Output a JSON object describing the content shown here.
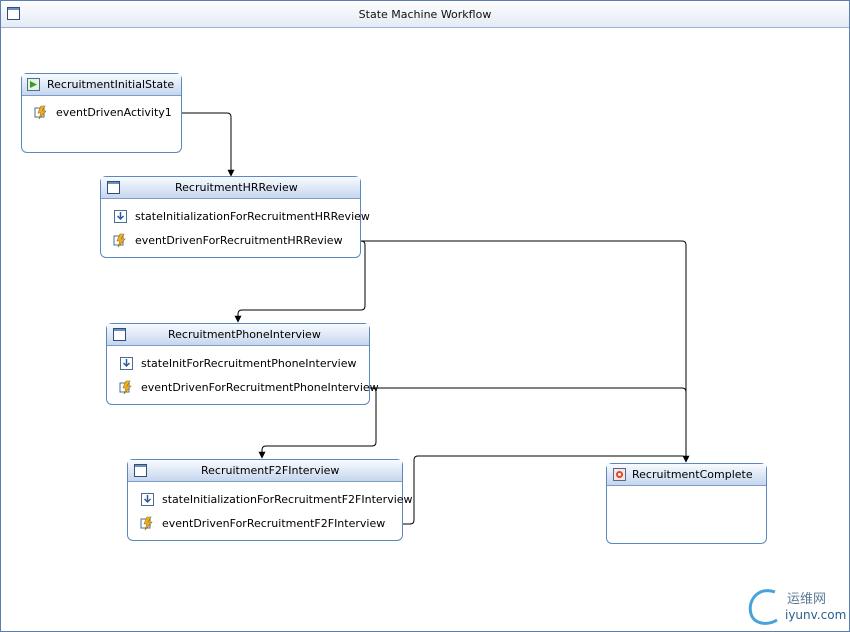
{
  "window": {
    "title": "State Machine Workflow"
  },
  "states": {
    "initial": {
      "title": "RecruitmentInitialState",
      "activities": [
        "eventDrivenActivity1"
      ]
    },
    "hr": {
      "title": "RecruitmentHRReview",
      "activities": [
        "stateInitializationForRecruitmentHRReview",
        "eventDrivenForRecruitmentHRReview"
      ]
    },
    "phone": {
      "title": "RecruitmentPhoneInterview",
      "activities": [
        "stateInitForRecruitmentPhoneInterview",
        "eventDrivenForRecruitmentPhoneInterview"
      ]
    },
    "f2f": {
      "title": "RecruitmentF2FInterview",
      "activities": [
        "stateInitializationForRecruitmentF2FInterview",
        "eventDrivenForRecruitmentF2FInterview"
      ]
    },
    "complete": {
      "title": "RecruitmentComplete",
      "activities": []
    }
  },
  "watermark": {
    "cn": "运维网",
    "en": "iyunv.com"
  },
  "colors": {
    "border": "#5c88c0",
    "header_top": "#f8fbff",
    "header_bottom": "#c6d6ee",
    "connector": "#000000"
  }
}
